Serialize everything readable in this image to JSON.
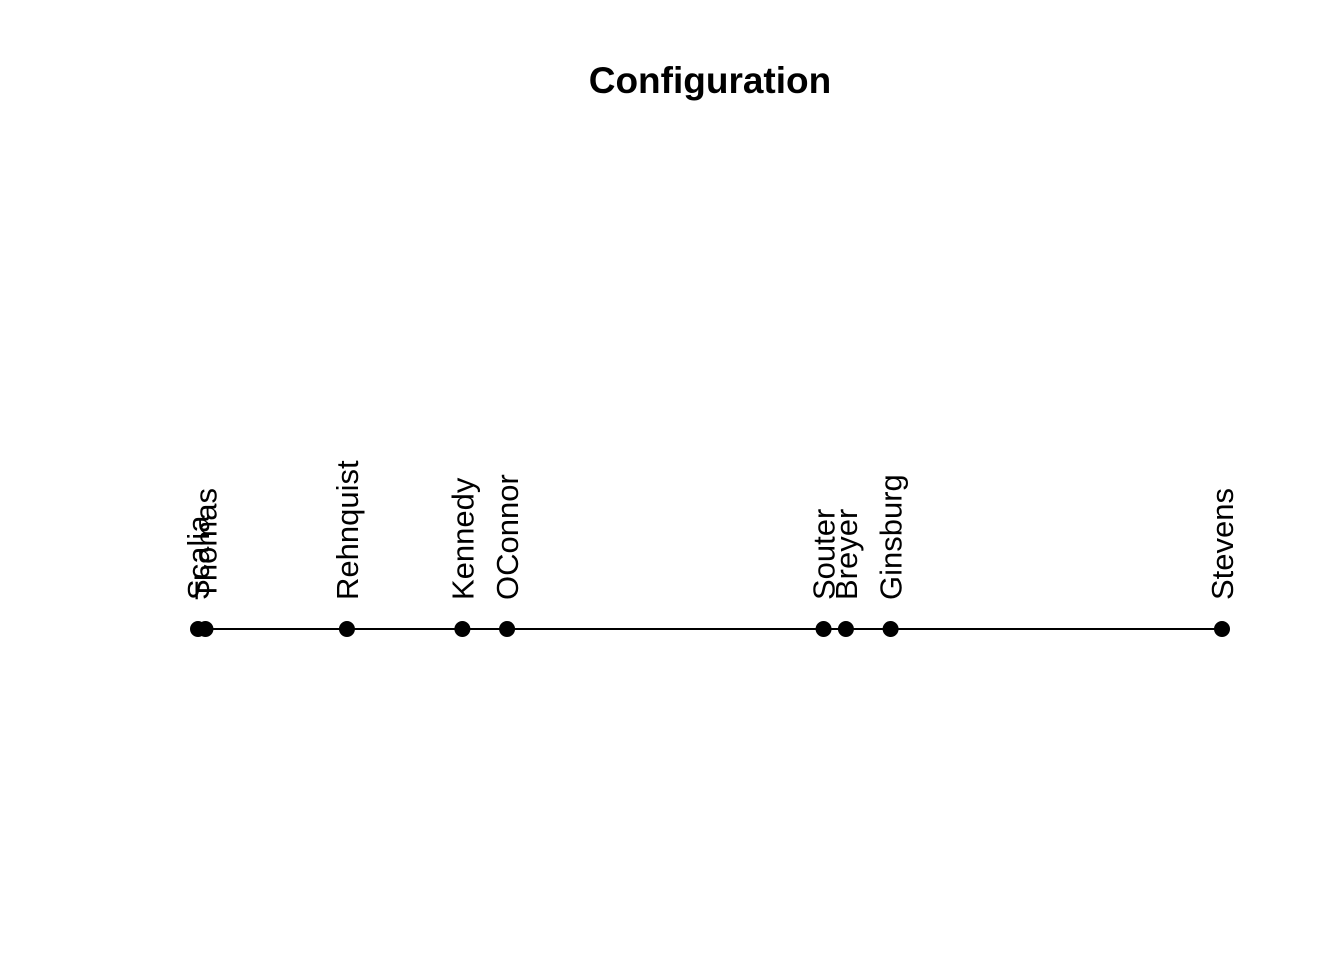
{
  "chart_data": {
    "type": "scatter",
    "title": "Configuration",
    "xlabel": "",
    "ylabel": "",
    "grid": false,
    "legend": "none",
    "axes_visible": false,
    "series": [
      {
        "labels": [
          "Scalia",
          "Thomas",
          "Rehnquist",
          "Kennedy",
          "OConnor",
          "Souter",
          "Breyer",
          "Ginsburg",
          "Stevens"
        ],
        "x": [
          -0.4,
          -0.38,
          0.0,
          0.31,
          0.43,
          1.28,
          1.34,
          1.46,
          2.35
        ],
        "y": [
          0,
          0,
          0,
          0,
          0,
          0,
          0,
          0,
          0
        ]
      }
    ],
    "xlim": [
      -0.4,
      2.35
    ],
    "colors": {
      "line": "#000000",
      "point": "#000000",
      "text": "#000000"
    }
  }
}
